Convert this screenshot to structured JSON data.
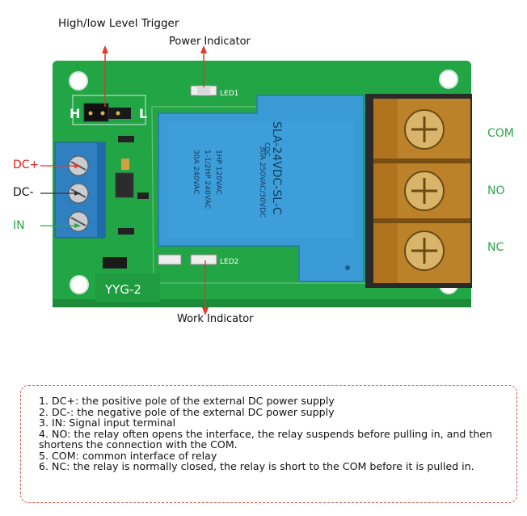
{
  "labels": {
    "trigger": "High/low Level Trigger",
    "power_indicator": "Power Indicator",
    "work_indicator": "Work Indicator",
    "dc_plus": "DC+",
    "dc_minus": "DC-",
    "in": "IN",
    "com": "COM",
    "no": "NO",
    "nc": "NC"
  },
  "board": {
    "jumper_h": "H",
    "jumper_l": "L",
    "led1": "LED1",
    "led2": "LED2",
    "model": "YYG-2",
    "relay_line1": "SLA-24VDC-SL-C",
    "relay_line2": "30A 250VAC/30VDC",
    "relay_line3": "1HP 120VAC",
    "relay_line4": "1-1/2HP 240VAC",
    "relay_line5": "30A 240VAC",
    "relay_logo": "CQC"
  },
  "notes": [
    "1. DC+: the positive pole of the external DC power supply",
    "2. DC-: the negative pole of the external DC power supply",
    "3. IN: Signal input terminal",
    "4. NO: the relay often opens the interface, the relay suspends before pulling in, and then shortens the connection with the COM.",
    "5. COM: common interface of relay",
    "6. NC: the relay is normally closed, the relay is short to the COM before it is pulled in."
  ],
  "colors": {
    "pcb_green": "#22a545",
    "pcb_dark": "#1d8c3a",
    "terminal_blue": "#2f7fc1",
    "relay_blue": "#3a9ad6",
    "terminal_amber": "#c98a2a",
    "label_red": "#d62020",
    "label_green": "#2aa64a",
    "arrow_red": "#e03a2a"
  }
}
